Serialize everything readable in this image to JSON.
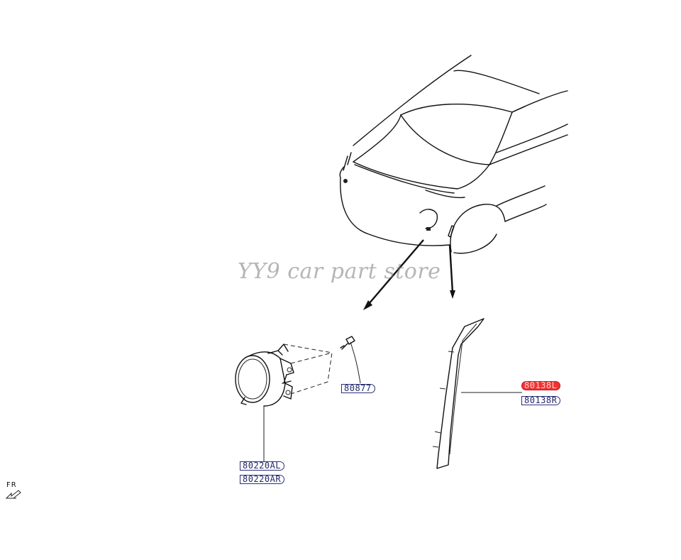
{
  "labels": {
    "bolt": "80877",
    "fog_lamp_left": "80220AL",
    "fog_lamp_right": "80220AR",
    "side_marker_left": "80138L",
    "side_marker_right": "80138R"
  },
  "highlight_color": "#ef3434",
  "watermark": "YY9 car part store",
  "direction_indicator": {
    "text": "FR",
    "icon": "front-direction-arrow-icon"
  }
}
